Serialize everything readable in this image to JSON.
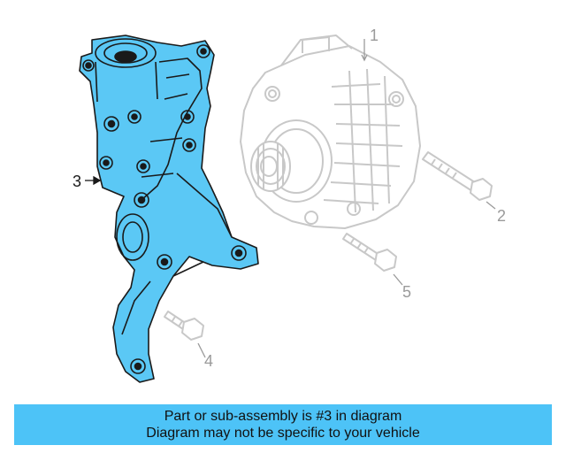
{
  "callouts": [
    {
      "id": "1",
      "label": "1"
    },
    {
      "id": "2",
      "label": "2"
    },
    {
      "id": "3",
      "label": "3"
    },
    {
      "id": "4",
      "label": "4"
    },
    {
      "id": "5",
      "label": "5"
    }
  ],
  "banner": {
    "line1": "Part or sub-assembly is #3 in diagram",
    "line2": "Diagram may not be specific to your vehicle"
  },
  "colors": {
    "highlight_fill": "#5bc8f5",
    "highlight_stroke": "#1a1a1a",
    "ghost_stroke": "#c8c8c8",
    "callout_ghost": "#9a9a9a",
    "banner_bg": "#4dc3f7"
  }
}
